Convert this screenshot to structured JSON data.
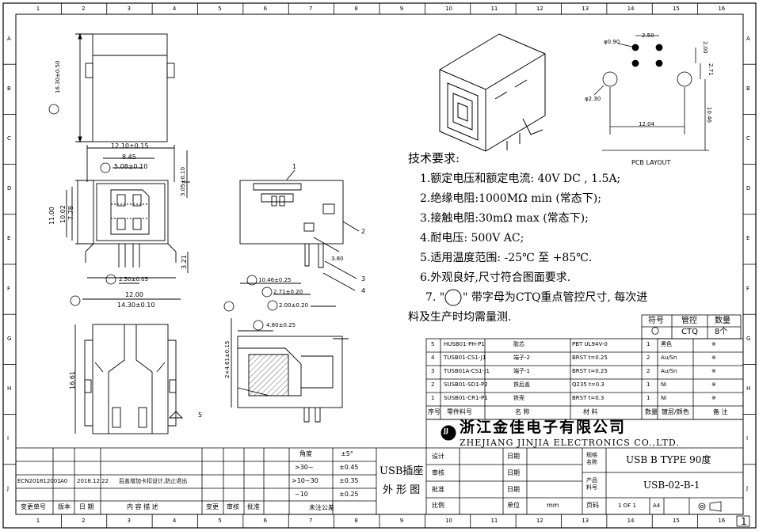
{
  "border": {
    "col_numbers": [
      "1",
      "2",
      "3",
      "4",
      "5",
      "6",
      "7",
      "8",
      "9",
      "10",
      "11",
      "12",
      "13",
      "14",
      "15",
      "16"
    ],
    "row_letters": [
      "A",
      "B",
      "C",
      "D",
      "E",
      "F",
      "G",
      "H",
      "I",
      "J"
    ],
    "corner_mark": "1"
  },
  "dims": {
    "top_height": "16.30±0.50",
    "w_12_10": "12.10±0.15",
    "w_8_45": "8.45",
    "w_5_08": "5.08±0.10",
    "h_3_05": "3.05±0.10",
    "h_11_00": "11.00",
    "h_10_02": "10.02",
    "h_7_78": "7.78",
    "h_3_21": "3.21",
    "pin_2_50": "2.50±0.05",
    "w_12_00": "12.00",
    "w_14_30": "14.30±0.10",
    "d_10_46": "10.46±0.25",
    "d_2_71": "2.71±0.20",
    "d_2_00": "2.00±0.20",
    "d_3_80": "3.80",
    "h_4_80": "4.80±0.25",
    "h_2_61": "2×4.61±0.15",
    "h_16_61": "16.61",
    "pcb_hole": "φ0.90",
    "pcb_big": "φ2.30",
    "pcb_2_50": "2.50",
    "pcb_2_00": "2.00",
    "pcb_2_71": "2.71",
    "pcb_12_04": "12.04",
    "pcb_10_46": "10.46",
    "label_1": "1",
    "label_2": "2",
    "label_3": "3",
    "label_4": "4",
    "label_5": "5"
  },
  "pcb_layout_label": "PCB LAYOUT",
  "requirements": {
    "title": "技术要求:",
    "items": [
      "1.额定电压和额定电流: 40V DC , 1.5A;",
      "2.绝缘电阻:1000MΩ min (常态下);",
      "3.接触电阻:30mΩ max (常态下);",
      "4.耐电压: 500V AC;",
      "5.适用温度范围: -25℃ 至 +85℃.",
      "6.外观良好,尺寸符合图面要求."
    ],
    "item7a": "7. \"",
    "item7b": "\" 带字母为CTQ重点管控尺寸, 每次进",
    "item7c": "料及生产时均需量测."
  },
  "ctq_table": {
    "headers": [
      "符号",
      "管控",
      "数量"
    ],
    "row": [
      "〇",
      "CTQ",
      "8个"
    ]
  },
  "bom": {
    "rows": [
      {
        "no": "5",
        "part": "HUSB01-PH-P1",
        "name": "胶芯",
        "material": "PBT UL94V-0",
        "qty": "1",
        "finish": "黑色",
        "note": "※"
      },
      {
        "no": "4",
        "part": "TUSB01-CS1-J1",
        "name": "端子-2",
        "material": "BRST t=0.25",
        "qty": "2",
        "finish": "Au/Sn",
        "note": "※"
      },
      {
        "no": "3",
        "part": "TUSB01A-CS1-J1",
        "name": "端子-1",
        "material": "BRST t=0.25",
        "qty": "2",
        "finish": "Au/Sn",
        "note": "※"
      },
      {
        "no": "2",
        "part": "SUSB01-SD1-P2",
        "name": "铁后盖",
        "material": "Q235 t=0.3",
        "qty": "1",
        "finish": "Ni",
        "note": "※"
      },
      {
        "no": "1",
        "part": "SUSB01-CR1-P1",
        "name": "铁壳",
        "material": "BRST t=0.3",
        "qty": "1",
        "finish": "Ni",
        "note": "※"
      }
    ],
    "headers": [
      "序号",
      "零件料号",
      "名 称",
      "材 料",
      "数量",
      "镀层/颜色",
      "备 注"
    ]
  },
  "company": {
    "logo_text": "JJ",
    "cn": "浙江金佳电子有限公司",
    "en": "ZHEJIANG JINJIA ELECTRONICS CO.,LTD."
  },
  "title_block": {
    "product_cn": "USB插座",
    "product_sub": "外 形 图",
    "design": "设计",
    "check": "审核",
    "approve": "批准",
    "ratio": "比例",
    "date": "日期",
    "unit": "单位",
    "unit_val": "mm",
    "spec_label": "规格\n名称",
    "spec": "USB B TYPE 90度",
    "part_label": "产品\n料号",
    "part_no": "USB-02-B-1",
    "page_label": "页码",
    "page": "1 OF 1",
    "size": "A4"
  },
  "tolerance": {
    "headers": [
      "角度",
      "±5°"
    ],
    "rows": [
      [
        ">30~",
        "±0.45"
      ],
      [
        ">10~30",
        "±0.35"
      ],
      [
        "~10",
        "±0.25"
      ]
    ],
    "note": "未注公差"
  },
  "revision": {
    "row": [
      "ECN201812001",
      "A0",
      "2018.12.22",
      "后盖增加卡扣设计,防止退出"
    ],
    "headers": [
      "变更单号",
      "版本",
      "日 期",
      "内 容 描 述",
      "变更",
      "审核",
      "批准"
    ]
  }
}
